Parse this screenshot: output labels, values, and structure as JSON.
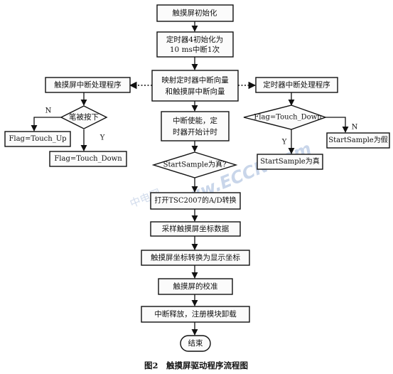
{
  "nodes": {
    "init_touch": "触摸屏初始化",
    "timer_init_1": "定时器4初始化为",
    "timer_init_2": "10 ms中断1次",
    "map_vec_1": "映射定时器中断向量",
    "map_vec_2": "和触摸屏中断向量",
    "touch_isr": "触摸屏中断处理程序",
    "timer_isr": "定时器中断处理程序",
    "pen_down": "笔被按下",
    "flag_up": "Flag=Touch_Up",
    "flag_down": "Flag=Touch_Down",
    "int_enable_1": "中断使能，定",
    "int_enable_2": "时器开始计时",
    "flag_check": "Flag=Touch_Down",
    "sample_false": "StartSample为假",
    "sample_true": "StartSample为真",
    "sample_check": "StartSample为真?",
    "open_adc": "打开TSC2007的A/D转换",
    "sample_coords": "采样触摸屏坐标数据",
    "convert_coords": "触摸屏坐标转换为显示坐标",
    "calibrate": "触摸屏的校准",
    "release": "中断释放，注册模块卸载",
    "end": "结束"
  },
  "labels": {
    "pen_no": "N",
    "pen_yes": "Y",
    "flag_no": "N",
    "flag_yes": "Y"
  },
  "watermark": {
    "line1": "中电网",
    "line2": "www.ECCN.com"
  },
  "caption": "图2　触摸屏驱动程序流程图"
}
